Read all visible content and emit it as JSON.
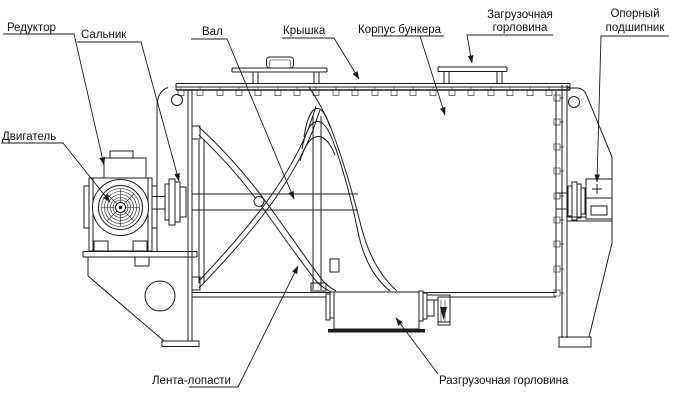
{
  "figure": {
    "kind": "technical line drawing of a horizontal ribbon mixer",
    "background_color": "#ffffff",
    "line_color": "#1c1c1c",
    "labels": {
      "reducer": "Редуктор",
      "gland": "Сальник",
      "motor": "Двигатель",
      "shaft": "Вал",
      "cover": "Крышка",
      "hopper_body": "Корпус бункера",
      "loading_neck_line1": "Загрузочная",
      "loading_neck_line2": "горловина",
      "support_bearing_line1": "Опорный",
      "support_bearing_line2": "подшипник",
      "ribbon_blades": "Лента-лопасти",
      "discharge_neck": "Разгрузочная горловина"
    }
  }
}
